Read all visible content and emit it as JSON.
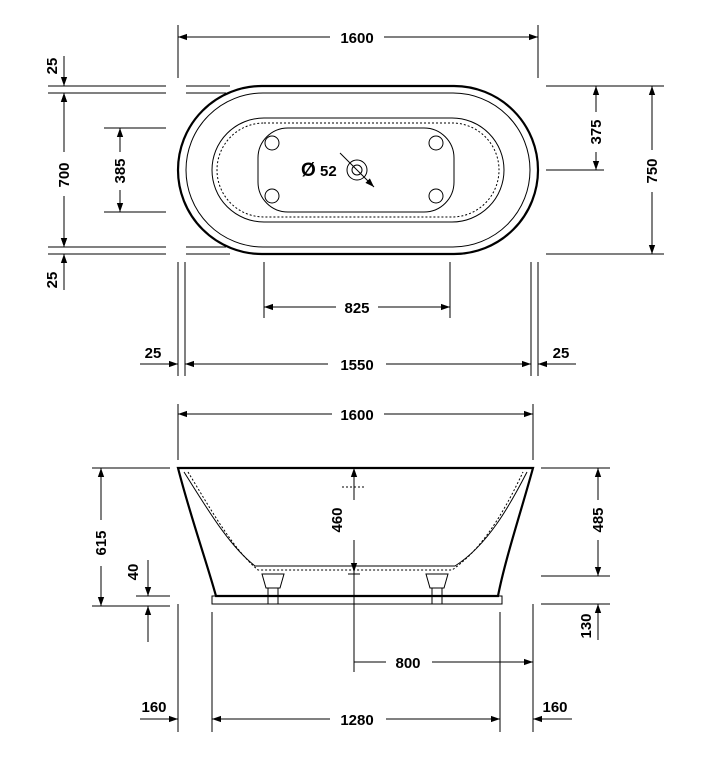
{
  "top_view": {
    "dims": {
      "overall_length": "1600",
      "top_rim_offset": "25",
      "overall_width": "700",
      "inner_width": "385",
      "bottom_rim_offset": "25",
      "drain_diameter_symbol": "Ø",
      "drain_diameter": "52",
      "half_width": "375",
      "full_width": "750",
      "inner_length": "825",
      "left_margin": "25",
      "base_length": "1550",
      "right_margin": "25"
    }
  },
  "side_view": {
    "dims": {
      "overall_length": "1600",
      "total_height": "615",
      "inner_depth": "460",
      "outer_height": "485",
      "foot_height": "40",
      "plinth_height": "130",
      "drain_offset": "800",
      "left_offset": "160",
      "base_length": "1280",
      "right_offset": "160"
    }
  }
}
